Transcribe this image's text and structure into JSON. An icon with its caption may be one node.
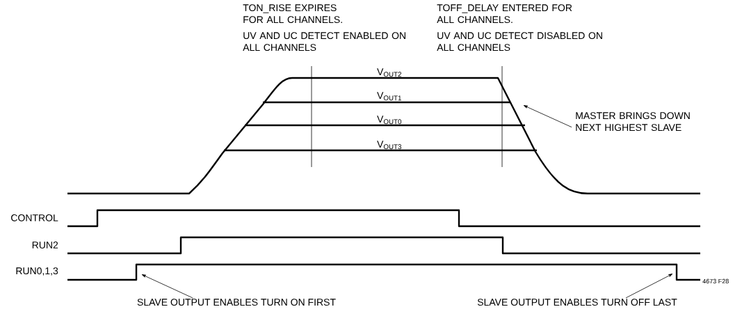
{
  "diagram": {
    "nodes": [
      {
        "text": [
          "MASTER BRINGS DOWN NEXT HIGHEST SLAVE"
        ]
      },
      {
        "text": [
          "SLAVE OUTPUT ENABLES TURN ON FIRST"
        ]
      },
      {
        "text": [
          "SLAVE OUTPUT ENABLES TURN OFF LAST"
        ]
      }
    ],
    "edges": [
      {
        "from": 0,
        "to": null,
        "arrow": "to"
      },
      {
        "from": 1,
        "to": null,
        "arrow": "to"
      },
      {
        "from": 2,
        "to": null,
        "arrow": "to"
      }
    ],
    "labels": [
      "TON_RISE EXPIRES FOR ALL CHANNELS.",
      "UV AND UC DETECT ENABLED ON ALL CHANNELS",
      "TOFF_DELAY ENTERED FOR ALL CHANNELS.",
      "UV AND UC DETECT DISABLED ON ALL CHANNELS",
      "V$_{OUT2}$",
      "V$_{OUT1}$",
      "V$_{OUT0}$",
      "V$_{OUT3}$",
      "CONTROL",
      "RUN2",
      "RUN0,1,3",
      "4673 F28"
    ]
  }
}
